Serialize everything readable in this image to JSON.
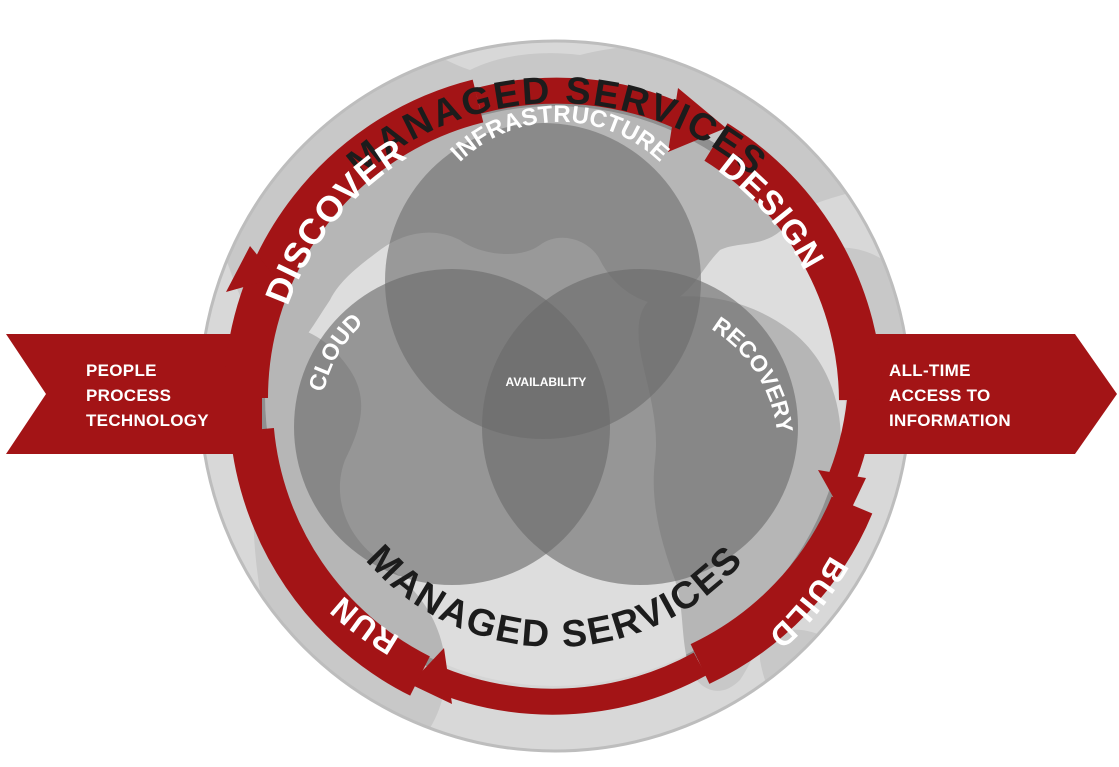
{
  "managed_services_top": "MANAGED SERVICES",
  "managed_services_bottom": "MANAGED SERVICES",
  "cycle": {
    "discover": "DISCOVER",
    "design": "DESIGN",
    "build": "BUILD",
    "run": "RUN"
  },
  "venn": {
    "infrastructure": "INFRASTRUCTURE",
    "cloud": "CLOUD",
    "recovery": "RECOVERY",
    "availability": "AVAILABILITY"
  },
  "input_arrow": {
    "lines": [
      "PEOPLE",
      "PROCESS",
      "TECHNOLOGY"
    ]
  },
  "output_arrow": {
    "lines": [
      "ALL-TIME",
      "ACCESS TO",
      "INFORMATION"
    ]
  },
  "colors": {
    "accent_red": "#a31416",
    "globe_dark": "#8e8e8e",
    "globe_light": "#d2d2d2",
    "ring_shadow": "#b9b9b9",
    "text_dark": "#1c1c1c"
  }
}
